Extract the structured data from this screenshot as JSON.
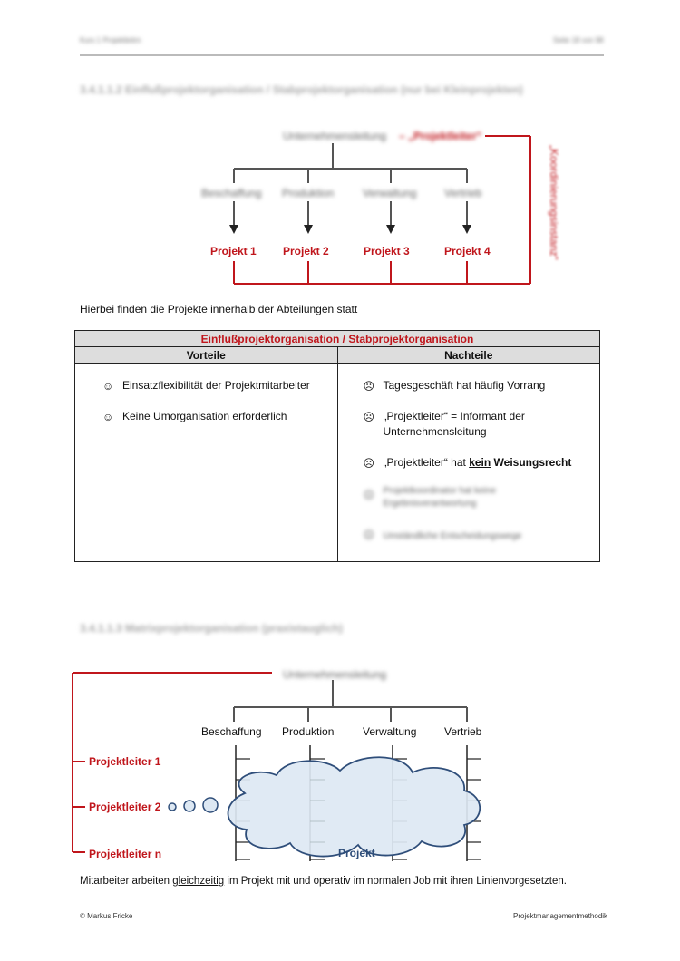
{
  "header": {
    "left": "Kurs 1 Projektleitrn",
    "right": "Seite 18 von 98"
  },
  "section1": {
    "heading": "3.4.1.1.2   Einflußprojektorganisation / Stabprojektorganisation (nur bei Kleinprojekten)",
    "top_node": "Unternehmensleitung",
    "top_node_red": "– „Projektleiter“",
    "departments": [
      "Beschaffung",
      "Produktion",
      "Verwaltung",
      "Vertrieb"
    ],
    "projects": [
      "Projekt 1",
      "Projekt 2",
      "Projekt 3",
      "Projekt 4"
    ],
    "side_label": "„Koordinierungsinstanz“",
    "note": "Hierbei finden die Projekte innerhalb der Abteilungen statt"
  },
  "table": {
    "title": "Einflußprojektorganisation / Stabprojektorganisation",
    "col_pros": "Vorteile",
    "col_cons": "Nachteile",
    "smile": "☺",
    "frown": "☹",
    "pros": [
      "Einsatzflexibilität der Projektmitarbeiter",
      "Keine Umorganisation erforderlich"
    ],
    "cons": [
      "Tagesgeschäft hat häufig Vorrang",
      "„Projektleiter“ = Informant der Unternehmensleitung"
    ],
    "con3_pre": "„Projektleiter“ hat ",
    "con3_kein": "kein",
    "con3_post": " Weisungsrecht",
    "cons_blurred": [
      "Projektkoordinator hat keine Ergebnisverantwortung",
      "Umständliche Entscheidungswege"
    ]
  },
  "section2": {
    "heading": "3.4.1.1.3   Matrixprojektorganisation (praxistauglich)",
    "top_node": "Unternehmensleitung",
    "departments": [
      "Beschaffung",
      "Produktion",
      "Verwaltung",
      "Vertrieb"
    ],
    "leaders": [
      "Projektleiter 1",
      "Projektleiter 2",
      "Projektleiter n"
    ],
    "cloud_label": "Projekt",
    "note_pre": "Mitarbeiter arbeiten ",
    "note_em": "gleichzeitig",
    "note_post": " im Projekt mit und operativ im normalen Job mit ihren Linienvorgesetzten."
  },
  "footer": {
    "left": "© Markus Fricke",
    "right": "Projektmanagementmethodik"
  }
}
